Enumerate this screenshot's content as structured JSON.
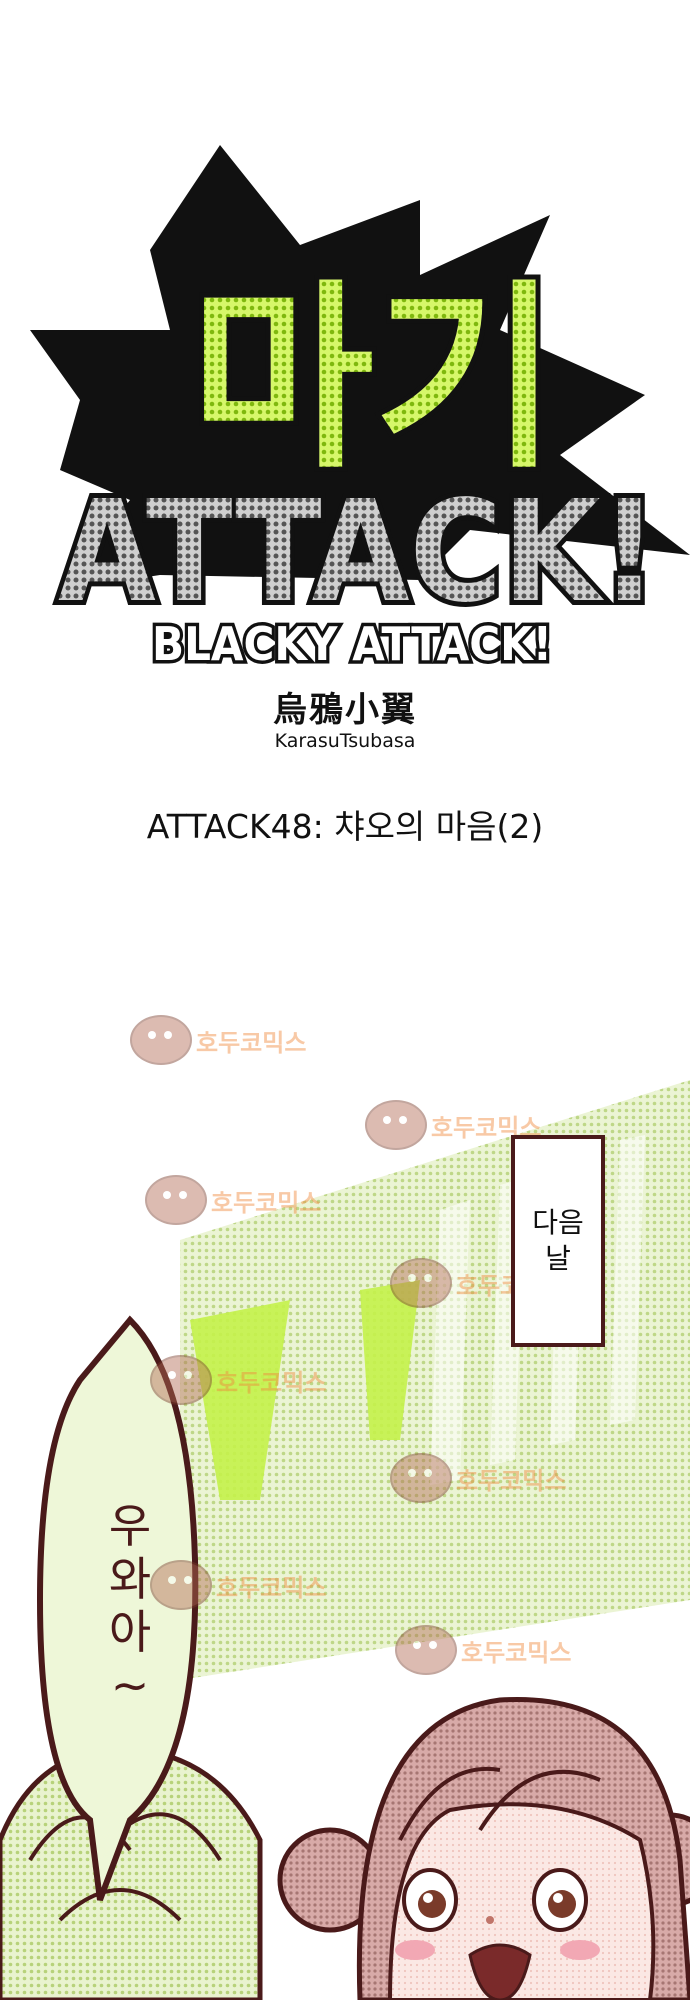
{
  "title": {
    "korean": "마기",
    "attack": "ATTACK!",
    "english": "BLACKY ATTACK!"
  },
  "author": {
    "chinese": "烏鴉小翼",
    "romanized": "KarasuTsubasa"
  },
  "episode": {
    "label": "ATTACK48: 챠오의 마음(2)"
  },
  "watermark": {
    "text": "호두코믹스"
  },
  "caption": {
    "line1": "다음",
    "line2": "날"
  },
  "speech": {
    "line1": "우",
    "line2": "와",
    "line3": "아",
    "line4": "~"
  },
  "colors": {
    "accent_green": "#b8f03a",
    "outline_dark": "#1a1a1a",
    "bubble_outline": "#4a1a1a",
    "watermark_orange": "#f08a3c"
  }
}
